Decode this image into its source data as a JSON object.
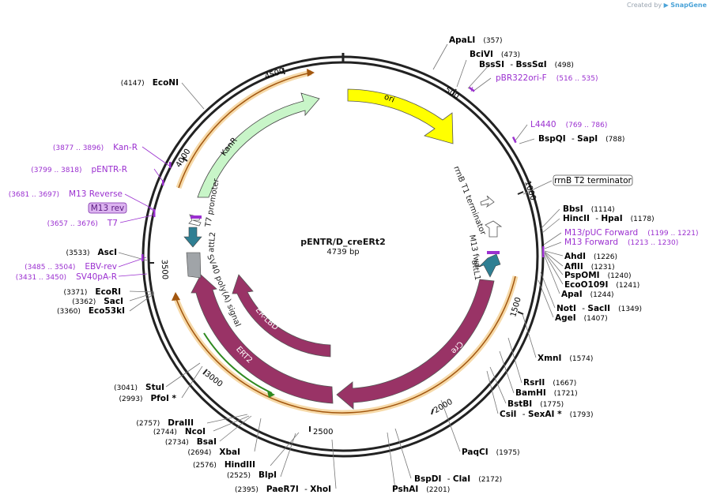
{
  "branding": {
    "created_by": "Created by",
    "product": "SnapGene"
  },
  "plasmid": {
    "name": "pENTR/D_creERt2",
    "length_label": "4739 bp",
    "length_bp": 4739
  },
  "colors": {
    "enzyme": "#000000",
    "primer": "#9b30d0",
    "ori": "#ffff00",
    "kanr": "#c8f5c8",
    "cre": "#993366",
    "attl": "#2f7f93",
    "sv40": "#a0a4a8",
    "orange": "#e08a2a",
    "green": "#2f8a20",
    "ring": "#222222"
  },
  "ring_ticks": [
    "500",
    "1000",
    "1500",
    "2000",
    "2500",
    "3000",
    "3500",
    "4000",
    "4500"
  ],
  "enzymes": [
    {
      "name": "ApaLI",
      "pos": "(357)"
    },
    {
      "name": "BciVI",
      "pos": "(473)"
    },
    {
      "name": "BssSI",
      "name2": "BssSαI",
      "pos": "(498)"
    },
    {
      "name": "BspQI",
      "name2": "SapI",
      "pos": "(788)"
    },
    {
      "name": "BbsI",
      "pos": "(1114)"
    },
    {
      "name": "HincII",
      "name2": "HpaI",
      "pos": "(1178)"
    },
    {
      "name": "AhdI",
      "pos": "(1226)"
    },
    {
      "name": "AflII",
      "pos": "(1231)"
    },
    {
      "name": "PspOMI",
      "pos": "(1240)"
    },
    {
      "name": "EcoO109I",
      "pos": "(1241)"
    },
    {
      "name": "ApaI",
      "pos": "(1244)"
    },
    {
      "name": "NotI",
      "name2": "SacII",
      "pos": "(1349)"
    },
    {
      "name": "AgeI",
      "pos": "(1407)"
    },
    {
      "name": "XmnI",
      "pos": "(1574)"
    },
    {
      "name": "RsrII",
      "pos": "(1667)"
    },
    {
      "name": "BamHI",
      "pos": "(1721)"
    },
    {
      "name": "BstBI",
      "pos": "(1775)"
    },
    {
      "name": "CsiI",
      "name2": "SexAI *",
      "pos": "(1793)"
    },
    {
      "name": "PaqCI",
      "pos": "(1975)"
    },
    {
      "name": "BspDI",
      "name2": "ClaI",
      "pos": "(2172)"
    },
    {
      "name": "PshAI",
      "pos": "(2201)"
    },
    {
      "name": "PaeR7I",
      "name2": "XhoI",
      "pos": "(2395)"
    },
    {
      "name": "BlpI",
      "pos": "(2525)"
    },
    {
      "name": "HindIII",
      "pos": "(2576)"
    },
    {
      "name": "XbaI",
      "pos": "(2694)"
    },
    {
      "name": "BsaI",
      "pos": "(2734)"
    },
    {
      "name": "NcoI",
      "pos": "(2744)"
    },
    {
      "name": "DraIII",
      "pos": "(2757)"
    },
    {
      "name": "PfoI *",
      "pos": "(2993)"
    },
    {
      "name": "StuI",
      "pos": "(3041)"
    },
    {
      "name": "Eco53kI",
      "pos": "(3360)"
    },
    {
      "name": "SacI",
      "pos": "(3362)"
    },
    {
      "name": "EcoRI",
      "pos": "(3371)"
    },
    {
      "name": "AscI",
      "pos": "(3533)"
    },
    {
      "name": "EcoNI",
      "pos": "(4147)"
    }
  ],
  "primers": [
    {
      "name": "pBR322ori-F",
      "range": "(516 .. 535)"
    },
    {
      "name": "L4440",
      "range": "(769 .. 786)"
    },
    {
      "name": "M13/pUC Forward",
      "range": "(1199 .. 1221)"
    },
    {
      "name": "M13 Forward",
      "range": "(1213 .. 1230)"
    },
    {
      "name": "EBV-rev",
      "range": "(3485 .. 3504)"
    },
    {
      "name": "SV40pA-R",
      "range": "(3431 .. 3450)"
    },
    {
      "name": "T7",
      "range": "(3657 .. 3676)"
    },
    {
      "name": "M13 rev",
      "range": ""
    },
    {
      "name": "M13 Reverse",
      "range": "(3681 .. 3697)"
    },
    {
      "name": "pENTR-R",
      "range": "(3799 .. 3818)"
    },
    {
      "name": "Kan-R",
      "range": "(3877 .. 3896)"
    }
  ],
  "features": {
    "ori": "ori",
    "kanr": "KanR",
    "cre": "Cre",
    "ert2": "ERT2",
    "er_lbd": "ER-LBD",
    "t7_promoter": "T7 promoter",
    "attL2": "attL2",
    "sv40": "SV40 poly(A) signal",
    "rrnb_t1": "rrnB T1 terminator",
    "m13_fwd": "M13 fwd",
    "attL1": "attL1",
    "rrnb_t2": "rrnB T2 terminator"
  }
}
